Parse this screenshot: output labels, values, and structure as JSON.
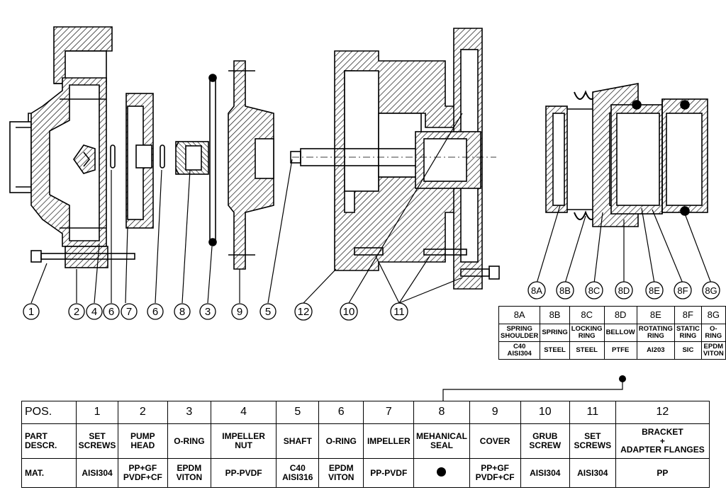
{
  "callouts": {
    "c1": "1",
    "c2": "2",
    "c4": "4",
    "c6a": "6",
    "c7": "7",
    "c6b": "6",
    "c8": "8",
    "c3": "3",
    "c9": "9",
    "c5": "5",
    "c12": "12",
    "c10": "10",
    "c11": "11",
    "s8A": "8A",
    "s8B": "8B",
    "s8C": "8C",
    "s8D": "8D",
    "s8E": "8E",
    "s8F": "8F",
    "s8G": "8G"
  },
  "seal_table": {
    "headers": [
      "8A",
      "8B",
      "8C",
      "8D",
      "8E",
      "8F",
      "8G"
    ],
    "descriptions": [
      [
        "SPRING",
        "SHOULDER"
      ],
      [
        "SPRING"
      ],
      [
        "LOCKING",
        "RING"
      ],
      [
        "BELLOW"
      ],
      [
        "ROTATING",
        "RING"
      ],
      [
        "STATIC",
        "RING"
      ],
      [
        "O-RING"
      ]
    ],
    "materials": [
      [
        "C40",
        "AISI304"
      ],
      [
        "STEEL"
      ],
      [
        "STEEL"
      ],
      [
        "PTFE"
      ],
      [
        "Al203"
      ],
      [
        "SIC"
      ],
      [
        "EPDM",
        "VITON"
      ]
    ]
  },
  "main_table": {
    "row_labels": {
      "pos": "POS.",
      "part": [
        "PART",
        "DESCR."
      ],
      "mat": "MAT."
    },
    "positions": [
      "1",
      "2",
      "3",
      "4",
      "5",
      "6",
      "7",
      "8",
      "9",
      "10",
      "11",
      "12"
    ],
    "descriptions": [
      [
        "SET",
        "SCREWS"
      ],
      [
        "PUMP",
        "HEAD"
      ],
      [
        "O-RING"
      ],
      [
        "IMPELLER",
        "NUT"
      ],
      [
        "SHAFT"
      ],
      [
        "O-RING"
      ],
      [
        "IMPELLER"
      ],
      [
        "MEHANICAL",
        "SEAL"
      ],
      [
        "COVER"
      ],
      [
        "GRUB",
        "SCREW"
      ],
      [
        "SET",
        "SCREWS"
      ],
      [
        "BRACKET",
        "+",
        "ADAPTER FLANGES"
      ]
    ],
    "materials": [
      [
        "AISI304"
      ],
      [
        "PP+GF",
        "PVDF+CF"
      ],
      [
        "EPDM",
        "VITON"
      ],
      [
        "PP-PVDF"
      ],
      [
        "C40",
        "AISI316"
      ],
      [
        "EPDM",
        "VITON"
      ],
      [
        "PP-PVDF"
      ],
      [],
      [
        "PP+GF",
        "PVDF+CF"
      ],
      [
        "AISI304"
      ],
      [
        "AISI304"
      ],
      [
        "PP"
      ]
    ],
    "mat8_symbol": "filled-dot"
  }
}
